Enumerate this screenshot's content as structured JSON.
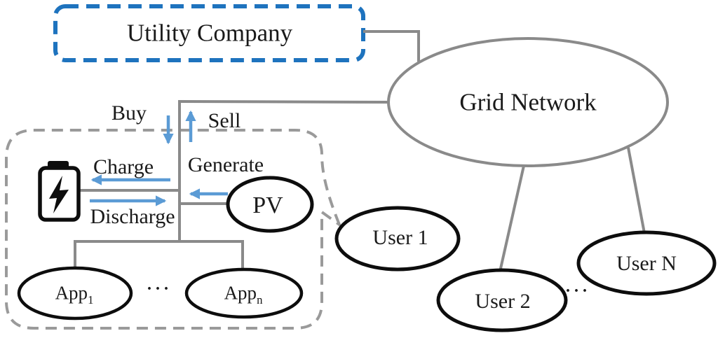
{
  "figure": {
    "description_type": "energy-system-diagram"
  },
  "colors": {
    "line_gray": "#8a8a8a",
    "dashed_gray": "#9a9a9a",
    "node_black": "#0d0d0d",
    "arrow_blue": "#5b9bd5",
    "utility_border_blue": "#1e73be",
    "text_black": "#1a1a1a"
  },
  "nodes": {
    "utility_company": {
      "label": "Utility Company"
    },
    "grid_network": {
      "label": "Grid Network"
    },
    "pv": {
      "label": "PV"
    },
    "user1": {
      "label": "User 1"
    },
    "user2": {
      "label": "User 2"
    },
    "userN": {
      "label": "User N"
    },
    "app1": {
      "base": "App",
      "sub": "1"
    },
    "appn": {
      "base": "App",
      "sub": "n"
    }
  },
  "flows": {
    "buy": "Buy",
    "sell": "Sell",
    "charge": "Charge",
    "discharge": "Discharge",
    "generate": "Generate"
  },
  "ellipsis": {
    "apps": "···",
    "users": "···"
  },
  "icons": {
    "battery": "battery-icon",
    "bolt": "lightning-bolt-icon"
  }
}
